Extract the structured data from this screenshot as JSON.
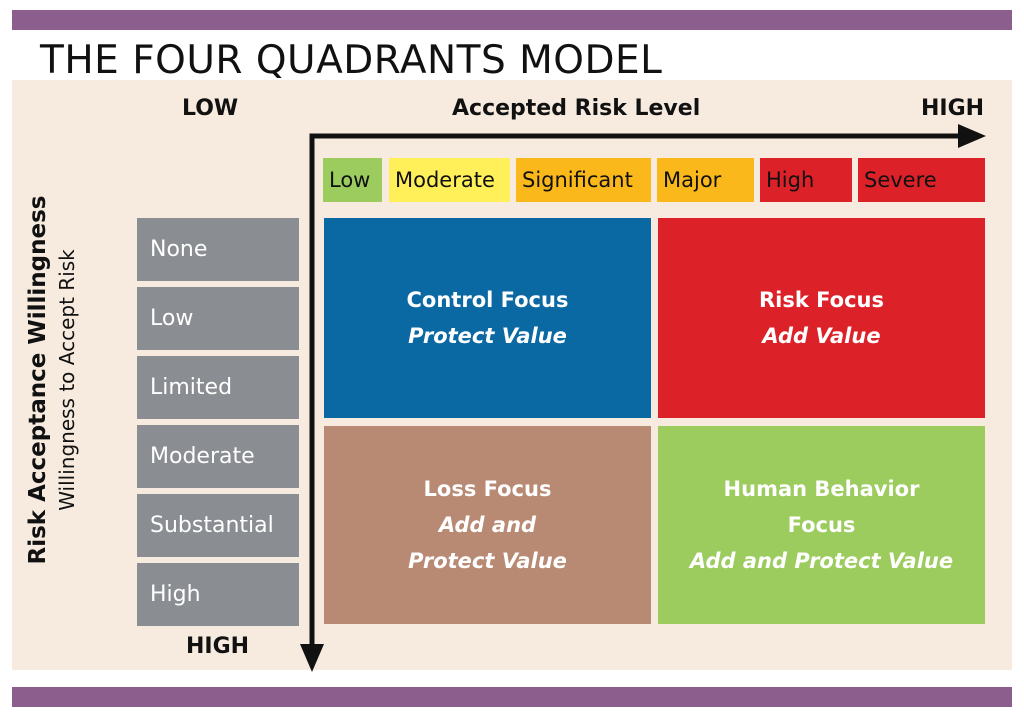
{
  "title": "THE FOUR QUADRANTS MODEL",
  "colors": {
    "band": "#8b5e8d",
    "panel": "#f7ebe0",
    "row_box": "#8a8d91",
    "control": "#0a68a3",
    "risk": "#dd2128",
    "loss": "#b88a74",
    "human": "#9ccb5e"
  },
  "x_axis": {
    "title": "Accepted Risk Level",
    "low_label": "LOW",
    "high_label": "HIGH",
    "levels": [
      {
        "label": "Low",
        "color": "#9ccb5e"
      },
      {
        "label": "Moderate",
        "color": "#fff05a"
      },
      {
        "label": "Significant",
        "color": "#fbb81b"
      },
      {
        "label": "Major",
        "color": "#fbb81b"
      },
      {
        "label": "High",
        "color": "#dd2128"
      },
      {
        "label": "Severe",
        "color": "#dd2128"
      }
    ]
  },
  "y_axis": {
    "title": "Risk Acceptance Willingness",
    "subtitle": "Willingness to Accept Risk",
    "high_label": "HIGH",
    "levels": [
      "None",
      "Low",
      "Limited",
      "Moderate",
      "Substantial",
      "High"
    ]
  },
  "quadrants": {
    "control": {
      "line1": "Control Focus",
      "line2": "Protect Value"
    },
    "risk": {
      "line1": "Risk Focus",
      "line2": "Add Value"
    },
    "loss": {
      "line1": "Loss Focus",
      "line2": "Add and",
      "line3": "Protect Value"
    },
    "human": {
      "line1": "Human Behavior",
      "line2": "Focus",
      "line3": "Add and Protect Value"
    }
  }
}
